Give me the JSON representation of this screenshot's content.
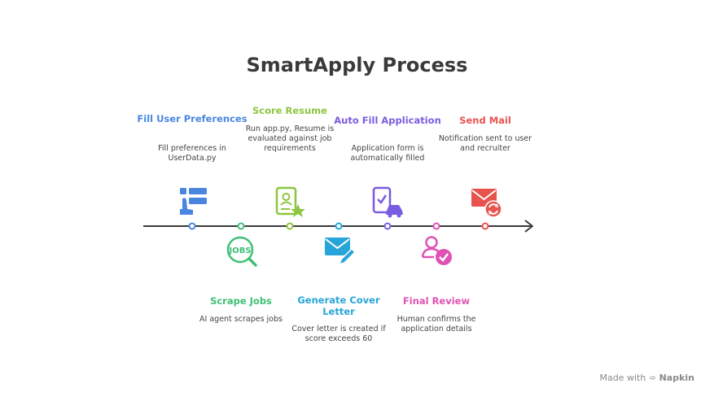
{
  "title": "SmartApply Process",
  "steps": [
    {
      "title": "Fill User Preferences",
      "desc": "Fill preferences in UserData.py",
      "color": "#4a86e0",
      "icon": "form-list-icon",
      "position": "above"
    },
    {
      "title": "Scrape Jobs",
      "desc": "AI agent scrapes jobs",
      "color": "#3fbf76",
      "icon": "jobs-search-icon",
      "position": "below"
    },
    {
      "title": "Score Resume",
      "desc": "Run app.py, Resume is evaluated against job requirements",
      "color": "#8dc63f",
      "icon": "resume-star-icon",
      "position": "above"
    },
    {
      "title": "Generate Cover Letter",
      "desc": "Cover letter is created if score exceeds 60",
      "color": "#27a4d9",
      "icon": "mail-pen-icon",
      "position": "below"
    },
    {
      "title": "Auto Fill Application",
      "desc": "Application form is automatically filled",
      "color": "#7a5ce0",
      "icon": "phone-car-icon",
      "position": "above"
    },
    {
      "title": "Final Review",
      "desc": "Human confirms the application details",
      "color": "#e052b4",
      "icon": "person-check-icon",
      "position": "below"
    },
    {
      "title": "Send Mail",
      "desc": "Notification sent to user and recruiter",
      "color": "#e8534e",
      "icon": "mail-refresh-icon",
      "position": "above"
    }
  ],
  "footer": {
    "prefix": "Made with",
    "brand": "Napkin"
  }
}
